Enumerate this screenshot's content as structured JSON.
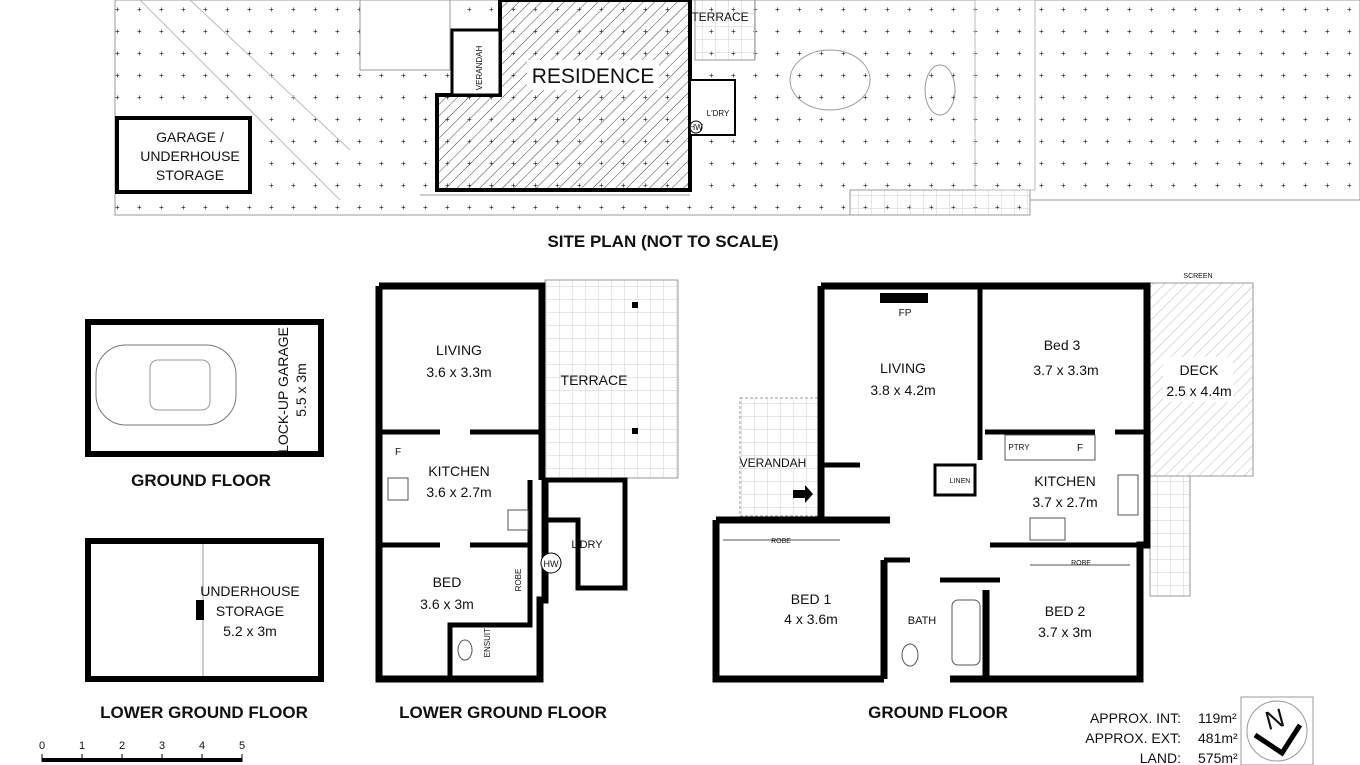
{
  "site_plan": {
    "title": "SITE PLAN (NOT TO SCALE)",
    "garage_label": [
      "GARAGE /",
      "UNDERHOUSE",
      "STORAGE"
    ],
    "residence": "RESIDENCE",
    "verandah": "VERANDAH",
    "terrace": "TERRACE",
    "laundry": "L'DRY",
    "hw": "HW"
  },
  "garage_plan": {
    "name": "LOCK-UP GARAGE",
    "size": "5.5 x 3m",
    "floor_title": "GROUND FLOOR"
  },
  "storage_plan": {
    "name": [
      "UNDERHOUSE",
      "STORAGE"
    ],
    "size": "5.2 x 3m",
    "floor_title": "LOWER GROUND FLOOR"
  },
  "lower_ground": {
    "floor_title": "LOWER GROUND FLOOR",
    "living": {
      "name": "LIVING",
      "size": "3.6 x 3.3m"
    },
    "terrace": "TERRACE",
    "kitchen": {
      "name": "KITCHEN",
      "size": "3.6 x 2.7m"
    },
    "fridge": "F",
    "bed": {
      "name": "BED",
      "size": "3.6 x 3m"
    },
    "robe": "ROBE",
    "ensuite": "ENSUITE",
    "laundry": "L'DRY",
    "hw": "HW"
  },
  "ground": {
    "floor_title": "GROUND FLOOR",
    "fp": "FP",
    "living": {
      "name": "LIVING",
      "size": "3.8 x 4.2m"
    },
    "bed3": {
      "name": "Bed 3",
      "size": "3.7 x 3.3m"
    },
    "screen": "SCREEN",
    "deck": {
      "name": "DECK",
      "size": "2.5 x 4.4m"
    },
    "verandah": "VERANDAH",
    "linen": "LINEN",
    "pantry": "PTRY",
    "fridge": "F",
    "kitchen": {
      "name": "KITCHEN",
      "size": "3.7 x 2.7m"
    },
    "robe1": "ROBE",
    "robe2": "ROBE",
    "bed1": {
      "name": "BED 1",
      "size": "4 x 3.6m"
    },
    "bath": "BATH",
    "bed2": {
      "name": "BED 2",
      "size": "3.7 x 3m"
    }
  },
  "areas": [
    {
      "label": "APPROX. INT:",
      "value": "119m²"
    },
    {
      "label": "APPROX. EXT:",
      "value": "481m²"
    },
    {
      "label": "LAND:",
      "value": "575m²"
    }
  ],
  "compass": "N",
  "scale_bar": [
    "0",
    "1",
    "2",
    "3",
    "4",
    "5"
  ]
}
